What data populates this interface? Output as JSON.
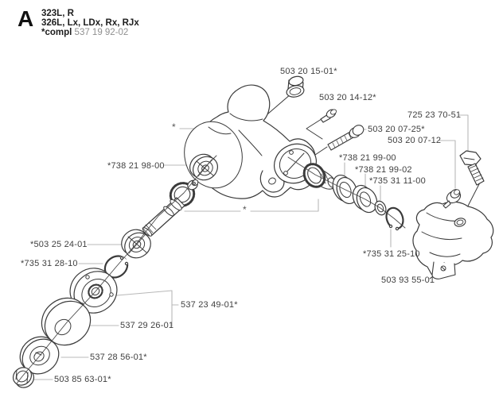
{
  "header": {
    "section_letter": "A",
    "models_line1": "323L, R",
    "models_line2": "326L, Lx, LDx, Rx, RJx",
    "compl_prefix": "*compl",
    "compl_number": "537 19 92-02"
  },
  "markers": {
    "housing_asterisk": "*",
    "gear_set_asterisk": "*"
  },
  "colors": {
    "ink": "#3a3a3a",
    "leader_gray": "#b8b8b8",
    "label_text": "#3f3f3f",
    "muted_text": "#8f8f8f",
    "background": "#ffffff"
  },
  "parts": [
    {
      "label": "503 20 15-01*"
    },
    {
      "label": "503 20 14-12*"
    },
    {
      "label": "503 20 07-25*"
    },
    {
      "label": "503 20 07-12"
    },
    {
      "label": "725 23 70-51"
    },
    {
      "label": "*738 21 98-00"
    },
    {
      "label": "*738 21 99-00"
    },
    {
      "label": "*738 21 99-02"
    },
    {
      "label": "*735 31 11-00"
    },
    {
      "label": "*503 25 24-01"
    },
    {
      "label": "*735 31 28-10"
    },
    {
      "label": "537 23 49-01*"
    },
    {
      "label": "537 29 26-01"
    },
    {
      "label": "537 28 56-01*"
    },
    {
      "label": "503 85 63-01*"
    },
    {
      "label": "*735 31 25-10"
    },
    {
      "label": "503 93 55-01"
    }
  ]
}
